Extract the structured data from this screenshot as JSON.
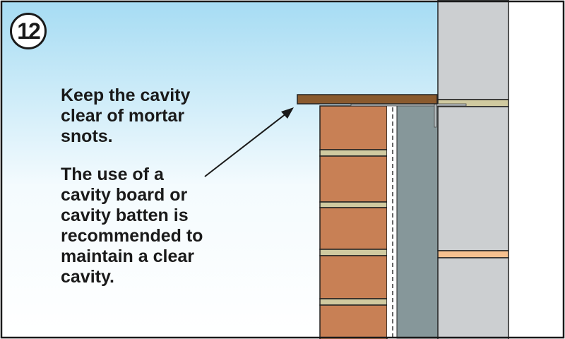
{
  "step_number": "12",
  "note_1": [
    "Keep the cavity",
    "clear of mortar",
    "snots."
  ],
  "note_2": [
    "The use of a",
    "cavity board or",
    "cavity batten is",
    "recommended to",
    "maintain a clear",
    "cavity."
  ],
  "colors": {
    "brick": "#c88055",
    "mortar": "#d0caa0",
    "board": "#8a5a2e",
    "insulation": "#86979a",
    "block": "#cccfd1",
    "sky": "#a6dcf3"
  }
}
